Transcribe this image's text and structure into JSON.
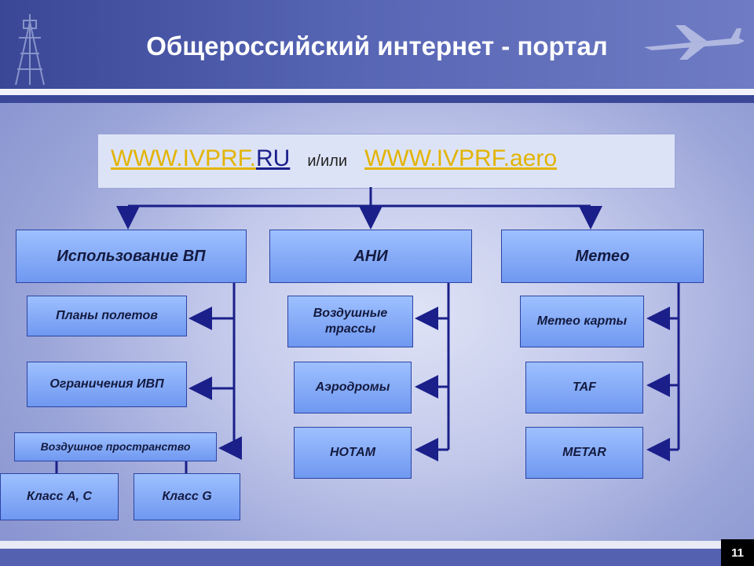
{
  "title": "Общероссийский интернет - портал",
  "portal": {
    "url_part1": "WWW.IVPRF.",
    "url_part2": "RU",
    "separator": "и/или",
    "url_alt": "WWW.IVPRF.aero"
  },
  "columns": [
    {
      "label": "Использование ВП",
      "children": [
        "Планы полетов",
        "Ограничения ИВП",
        "Воздушное пространство"
      ]
    },
    {
      "label": "АНИ",
      "children": [
        "Воздушные трассы",
        "Аэродромы",
        "НОТАМ"
      ]
    },
    {
      "label": "Метео",
      "children": [
        "Метео карты",
        "TAF",
        "METAR"
      ]
    }
  ],
  "airspace_classes": [
    "Класс А, С",
    "Класс G"
  ],
  "page_number": "11",
  "colors": {
    "header": "#3a4796",
    "connector": "#1a1f8a",
    "box": "#7ea6f5"
  }
}
